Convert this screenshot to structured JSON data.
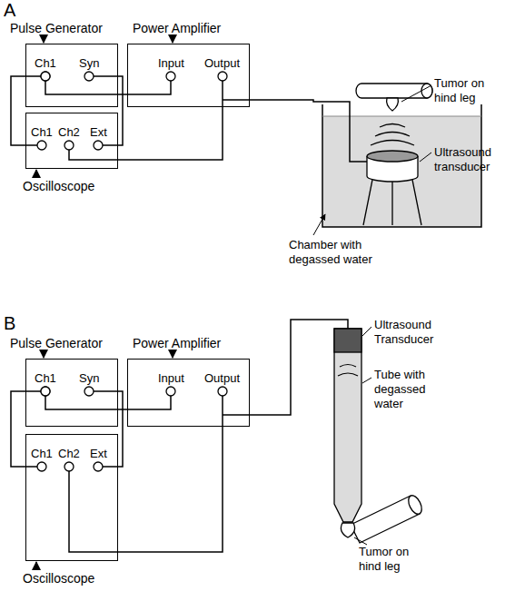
{
  "diagram": {
    "nodes": [
      {
        "text": [
          "Pulse Generator"
        ]
      },
      {
        "text": [
          "Power Amplifier"
        ]
      },
      {
        "text": [
          "Oscilloscope"
        ]
      },
      {
        "text": [
          "Pulse Generator"
        ]
      },
      {
        "text": [
          "Power Amplifier"
        ]
      },
      {
        "text": [
          "Oscilloscope"
        ]
      }
    ],
    "edges": [
      {
        "from": 0,
        "to": 1,
        "arrow": "none"
      },
      {
        "from": 0,
        "to": 2,
        "arrow": "none"
      },
      {
        "from": 0,
        "to": 2,
        "arrow": "none"
      },
      {
        "from": 1,
        "to": 2,
        "arrow": "none"
      },
      {
        "from": 3,
        "to": 4,
        "arrow": "none"
      },
      {
        "from": 3,
        "to": 5,
        "arrow": "none"
      },
      {
        "from": 3,
        "to": 5,
        "arrow": "none"
      },
      {
        "from": 4,
        "to": 5,
        "arrow": "none"
      }
    ],
    "labels": [
      "A",
      "Ch1",
      "Syn",
      "Input",
      "Output",
      "Ch1",
      "Ch2",
      "Ext",
      "Tumor on hind leg",
      "Ultrasound transducer",
      "Chamber with degassed water",
      "B",
      "Ch1",
      "Syn",
      "Input",
      "Output",
      "Ch1",
      "Ch2",
      "Ext",
      "Ultrasound Transducer",
      "Tube with degassed water",
      "Tumor on hind leg"
    ]
  }
}
